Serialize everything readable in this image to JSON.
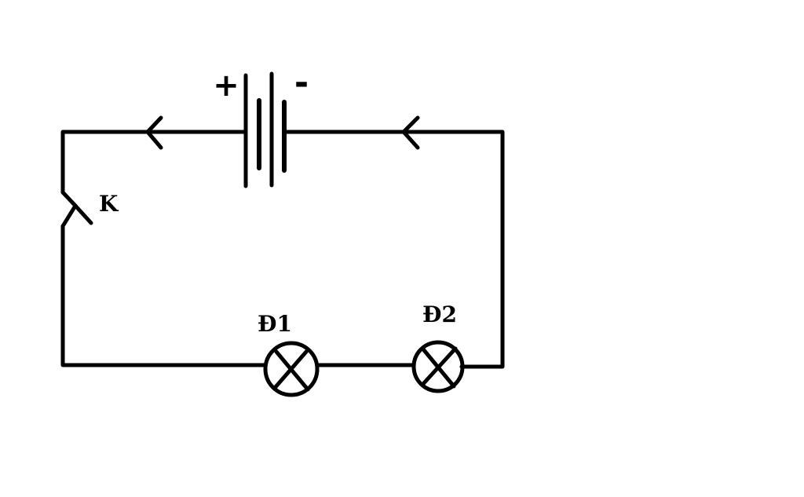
{
  "diagram": {
    "switch_label": "K",
    "lamp1_label": "Đ1",
    "lamp2_label": "Đ2",
    "battery_plus": "+",
    "battery_minus": "-"
  },
  "colors": {
    "background": "#ffffff",
    "ink": "#000000"
  },
  "icons": {
    "battery": "battery-icon",
    "lamp": "lamp-icon",
    "switch": "open-switch-icon",
    "arrow": "current-arrow-icon"
  }
}
